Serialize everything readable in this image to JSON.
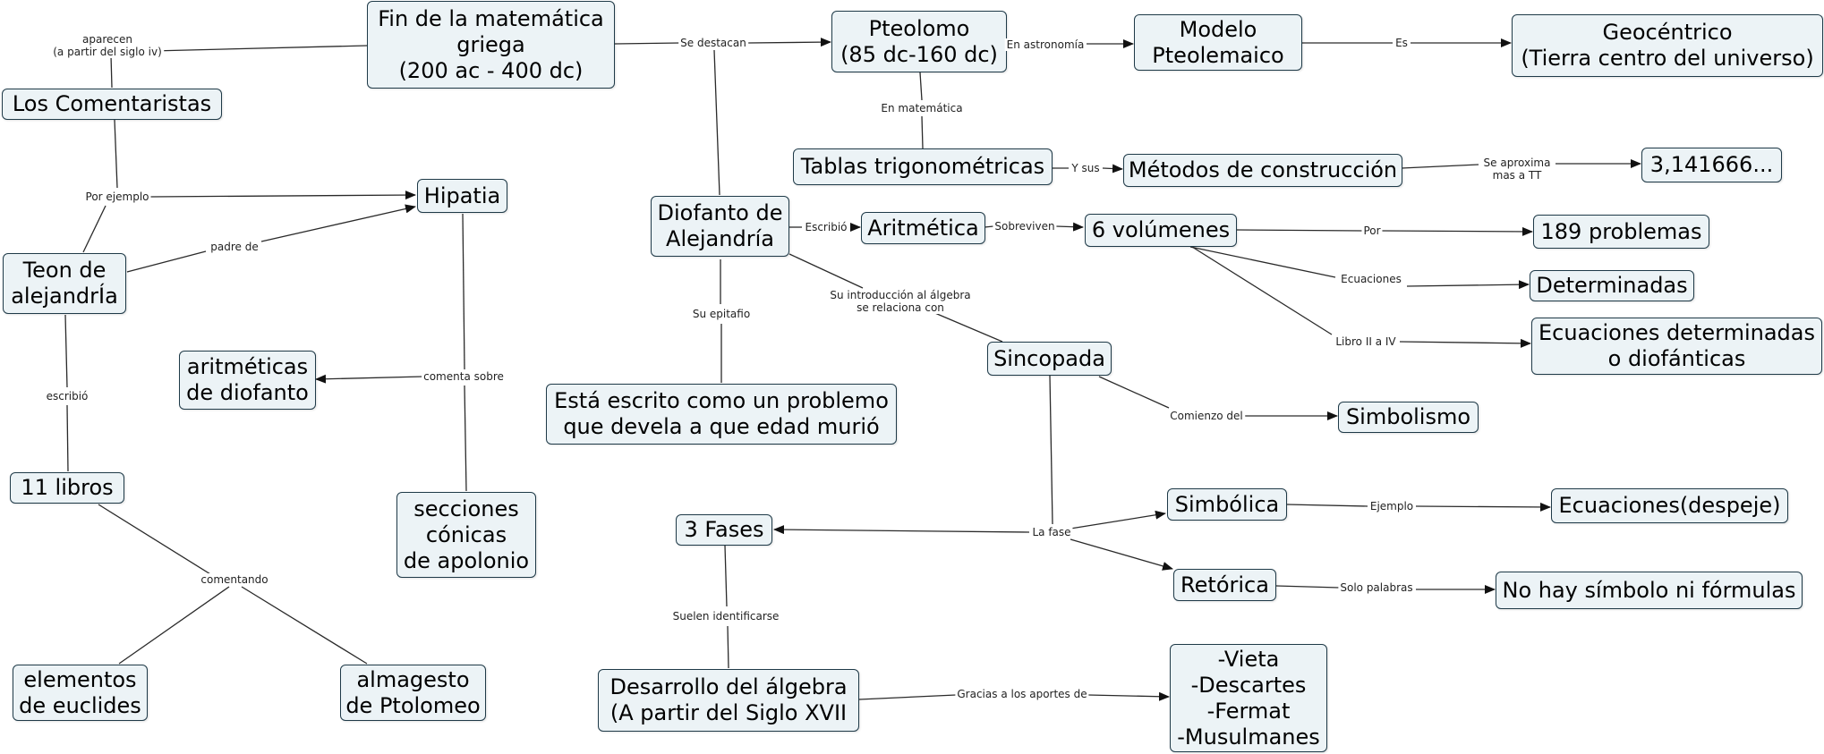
{
  "nodes": {
    "fin_matematica": "Fin de la matemática\ngriega\n(200 ac - 400 dc)",
    "comentaristas": "Los Comentaristas",
    "hipatia": "Hipatia",
    "teon": "Teon de\nalejandrÍa",
    "aritmeticas_diofanto": "aritméticas\nde diofanto",
    "once_libros": "11 libros",
    "secciones_conicas": "secciones\ncónicas\nde apolonio",
    "elementos_euclides": "elementos\nde euclides",
    "almagesto": "almagesto\nde Ptolomeo",
    "pteolomo": "Pteolomo\n(85 dc-160 dc)",
    "modelo": "Modelo\nPteolemaico",
    "geocentrico": "Geocéntrico\n(Tierra centro del universo)",
    "tablas": "Tablas trigonométricas",
    "metodos": "Métodos de construcción",
    "pi_valor": "3,141666...",
    "diofanto": "Diofanto de\nAlejandría",
    "aritmetica": "Aritmética",
    "seis_volumenes": "6 volúmenes",
    "problemas": "189 problemas",
    "determinadas": "Determinadas",
    "ec_determinadas": "Ecuaciones determinadas\no diofánticas",
    "epitafio": "Está escrito como un problemo\nque devela a que edad murió",
    "sincopada": "Sincopada",
    "simbolismo": "Simbolismo",
    "simbolica": "Simbólica",
    "ecuaciones_despeje": "Ecuaciones(despeje)",
    "tres_fases": "3 Fases",
    "retorica": "Retórica",
    "no_hay_simbolo": "No hay símbolo ni fórmulas",
    "desarrollo_algebra": "Desarrollo del álgebra\n(A partir del Siglo XVII",
    "aportes": "-Vieta\n-Descartes\n-Fermat\n-Musulmanes"
  },
  "links": {
    "aparecen": "aparecen\n(a partir del siglo iv)",
    "se_destacan": "Se destacan",
    "por_ejemplo": "Por ejemplo",
    "padre_de": "padre de",
    "escribio_teon": "escribió",
    "comenta_sobre": "comenta sobre",
    "comentando": "comentando",
    "en_astronomia": "En astronomía",
    "es": "Es",
    "en_matematica": "En matemática",
    "y_sus": "Y sus",
    "se_aproxima": "Se aproxima\nmas a TT",
    "escribio_diofanto": "Escribió",
    "sobreviven": "Sobreviven",
    "por": "Por",
    "ecuaciones": "Ecuaciones",
    "libro_ii_iv": "Libro II a IV",
    "su_epitafio": "Su epitafio",
    "su_introduccion": "Su introducción al álgebra\nse relaciona con",
    "comienzo_del": "Comienzo del",
    "la_fase": "La fase",
    "ejemplo": "Ejemplo",
    "solo_palabras": "Solo palabras",
    "suelen_identificarse": "Suelen identificarse",
    "gracias_aportes": "Gracias a los aportes de"
  }
}
